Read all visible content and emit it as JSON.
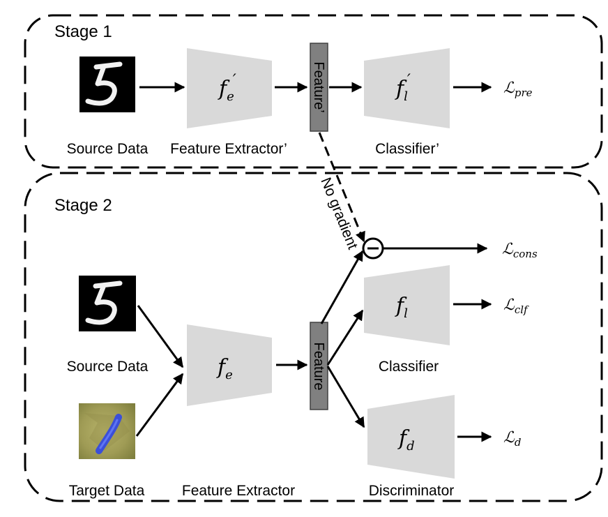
{
  "stage1": {
    "title": "Stage 1",
    "source_label": "Source Data",
    "extractor_label": "Feature Extractor’",
    "feature_label": "Feature’",
    "classifier_label": "Classifier’",
    "extractor_symbol": {
      "base": "f",
      "sub": "e",
      "prime": "′"
    },
    "classifier_symbol": {
      "base": "f",
      "sub": "l",
      "prime": "′"
    },
    "loss": {
      "base": "ℒ",
      "sub": "pre"
    }
  },
  "stage2": {
    "title": "Stage 2",
    "source_label": "Source Data",
    "target_label": "Target Data",
    "extractor_label": "Feature Extractor",
    "feature_label": "Feature",
    "classifier_label": "Classifier",
    "discriminator_label": "Discriminator",
    "no_gradient_label": "No gradient",
    "extractor_symbol": {
      "base": "f",
      "sub": "e"
    },
    "classifier_symbol": {
      "base": "f",
      "sub": "l"
    },
    "discriminator_symbol": {
      "base": "f",
      "sub": "d"
    },
    "loss_cons": {
      "base": "ℒ",
      "sub": "cons"
    },
    "loss_clf": {
      "base": "ℒ",
      "sub": "clf"
    },
    "loss_d": {
      "base": "ℒ",
      "sub": "d"
    },
    "subtract_symbol": "−"
  },
  "colors": {
    "block_fill": "#d9d9d9",
    "feature_fill": "#808080",
    "target_image_bg": "#a8a45c",
    "target_digit": "#3b4fd8"
  }
}
